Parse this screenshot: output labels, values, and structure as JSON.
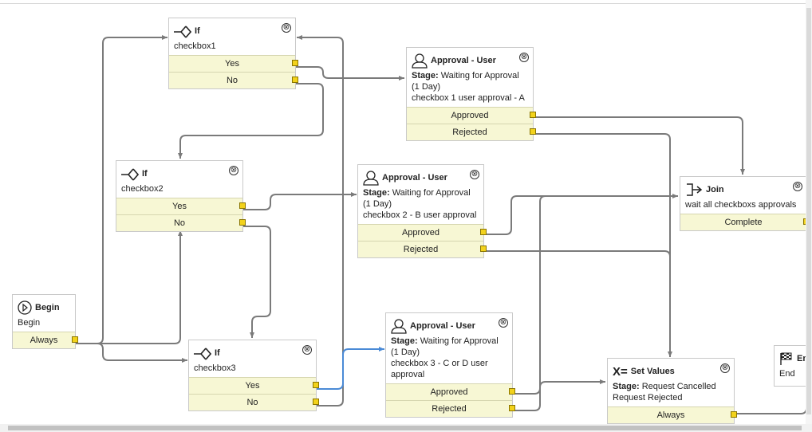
{
  "nodes": {
    "if1": {
      "title": "If",
      "body": "checkbox1",
      "outputs": [
        "Yes",
        "No"
      ]
    },
    "if2": {
      "title": "If",
      "body": "checkbox2",
      "outputs": [
        "Yes",
        "No"
      ]
    },
    "if3": {
      "title": "If",
      "body": "checkbox3",
      "outputs": [
        "Yes",
        "No"
      ]
    },
    "begin": {
      "title": "Begin",
      "body": "Begin",
      "outputs": [
        "Always"
      ]
    },
    "appr1": {
      "title": "Approval - User",
      "stage_label": "Stage:",
      "stage": "Waiting for Approval (1 Day)",
      "desc": "checkbox 1 user approval - A",
      "outputs": [
        "Approved",
        "Rejected"
      ]
    },
    "appr2": {
      "title": "Approval - User",
      "stage_label": "Stage:",
      "stage": "Waiting for Approval (1 Day)",
      "desc": "checkbox 2 - B user approval",
      "outputs": [
        "Approved",
        "Rejected"
      ]
    },
    "appr3": {
      "title": "Approval - User",
      "stage_label": "Stage:",
      "stage": "Waiting for Approval (1 Day)",
      "desc": "checkbox 3 - C or D user approval",
      "outputs": [
        "Approved",
        "Rejected"
      ]
    },
    "join": {
      "title": "Join",
      "body": "wait all checkboxs approvals",
      "outputs": [
        "Complete"
      ]
    },
    "setvalues": {
      "title": "Set Values",
      "stage_label": "Stage:",
      "stage": "Request Cancelled",
      "desc": "Request Rejected",
      "outputs": [
        "Always"
      ]
    },
    "end": {
      "title": "En",
      "body": "End"
    }
  },
  "icons": {
    "close": "⊗",
    "setvalues": "X="
  },
  "colors": {
    "port": "#f2d21b",
    "output_bg": "#f7f7d4",
    "wire": "#7a7a7a",
    "wire_selected": "#4a8ad6"
  }
}
